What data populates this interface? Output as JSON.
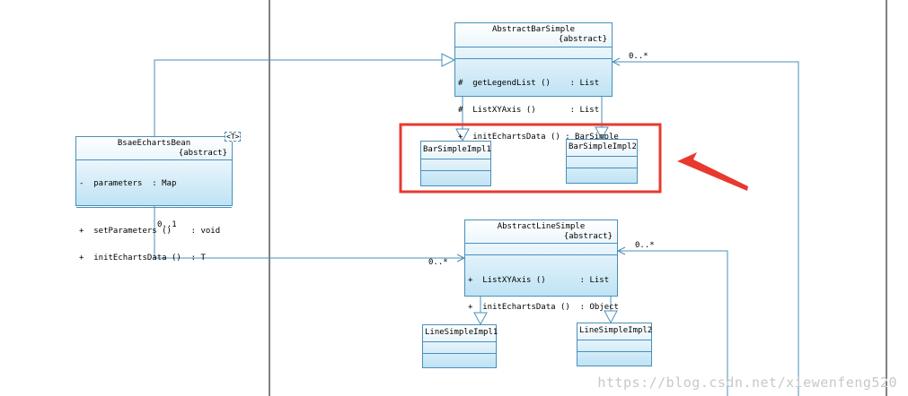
{
  "classes": {
    "abstract_bar_simple": {
      "name": "AbstractBarSimple",
      "stereotype": "{abstract}",
      "operations": [
        "#  getLegendList ()    : List",
        "#  ListXYAxis ()       : List",
        "+  initEchartsData () : BarSimple"
      ]
    },
    "bsae_echarts_bean": {
      "name": "BsaeEchartsBean",
      "stereotype": "{abstract}",
      "type_param": "<T>",
      "attributes": [
        "-  parameters  : Map"
      ],
      "operations": [
        "+  setParameters ()    : void",
        "+  initEchartsData ()  : T"
      ]
    },
    "bar_simple_impl1": {
      "name": "BarSimpleImpl1"
    },
    "bar_simple_impl2": {
      "name": "BarSimpleImpl2"
    },
    "abstract_line_simple": {
      "name": "AbstractLineSimple",
      "stereotype": "{abstract}",
      "operations": [
        "+  ListXYAxis ()       : List",
        "+  initEchartsData ()  : Object"
      ]
    },
    "line_simple_impl1": {
      "name": "LineSimpleImpl1"
    },
    "line_simple_impl2": {
      "name": "LineSimpleImpl2"
    }
  },
  "multiplicities": {
    "bar_many": "0..*",
    "line_many": "0..*",
    "bean_one": "0..1",
    "bean_to_line_many": "0..*"
  },
  "watermark": "https://blog.csdn.net/xiewenfeng520",
  "colors": {
    "line": "#4a8fb8",
    "highlight": "#e8392f",
    "arrow": "#e8392f"
  }
}
